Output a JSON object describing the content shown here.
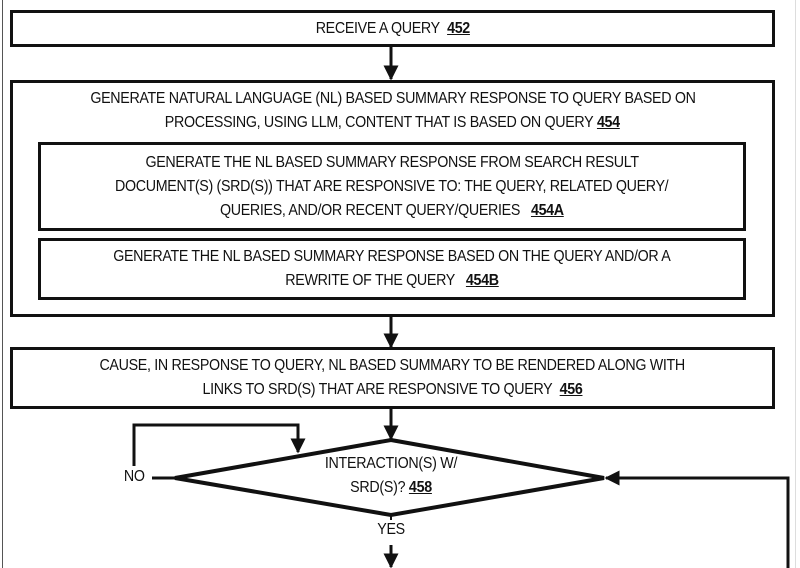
{
  "figure": {
    "steps": {
      "receive": {
        "text": "RECEIVE A QUERY",
        "ref": "452"
      },
      "generate": {
        "lines": [
          "GENERATE NATURAL LANGUAGE (NL) BASED SUMMARY RESPONSE TO QUERY BASED ON",
          "PROCESSING, USING LLM, CONTENT THAT IS BASED ON QUERY"
        ],
        "ref": "454",
        "substeps": {
          "a": {
            "lines": [
              "GENERATE THE NL BASED SUMMARY RESPONSE FROM SEARCH RESULT",
              "DOCUMENT(S) (SRD(S)) THAT ARE RESPONSIVE TO:  THE QUERY, RELATED QUERY/",
              "QUERIES, AND/OR RECENT QUERY/QUERIES"
            ],
            "ref": "454A"
          },
          "b": {
            "lines": [
              "GENERATE THE NL BASED SUMMARY RESPONSE BASED ON THE QUERY AND/OR A",
              "REWRITE OF THE QUERY"
            ],
            "ref": "454B"
          }
        }
      },
      "render": {
        "lines": [
          "CAUSE, IN RESPONSE TO QUERY, NL BASED SUMMARY TO BE RENDERED ALONG WITH",
          "LINKS TO SRD(S) THAT ARE RESPONSIVE TO QUERY"
        ],
        "ref": "456"
      },
      "decision": {
        "lines": [
          "INTERACTION(S) W/",
          "SRD(S)?"
        ],
        "ref": "458",
        "no_label": "NO",
        "yes_label": "YES"
      }
    }
  }
}
